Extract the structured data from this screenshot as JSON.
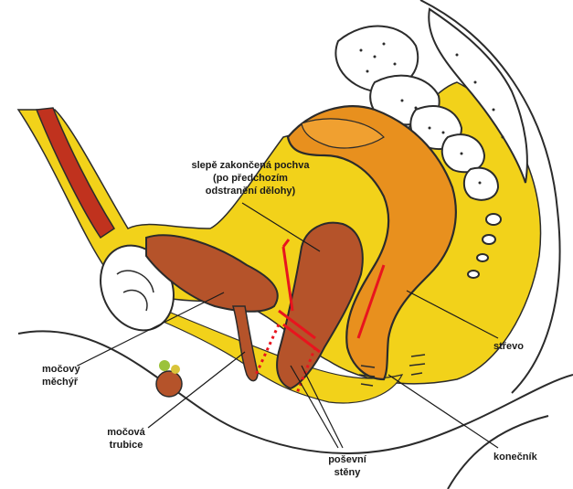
{
  "labels": {
    "blind_vagina": [
      "slepě zakončená pochva",
      "(po předchozím",
      "odstranění dělohy)"
    ],
    "bladder": [
      "močový",
      "měchýř"
    ],
    "urethra": [
      "močová",
      "trubice"
    ],
    "vaginal_walls": [
      "poševní",
      "stěny"
    ],
    "intestine": "střevo",
    "rectum": "konečník"
  },
  "colors": {
    "fat_yellow": "#f2d21a",
    "organ_orange": "#e8901e",
    "organ_brown": "#b5532a",
    "muscle_red": "#c0321e",
    "outline": "#2b2b2b",
    "marker_red": "#e8141e"
  }
}
